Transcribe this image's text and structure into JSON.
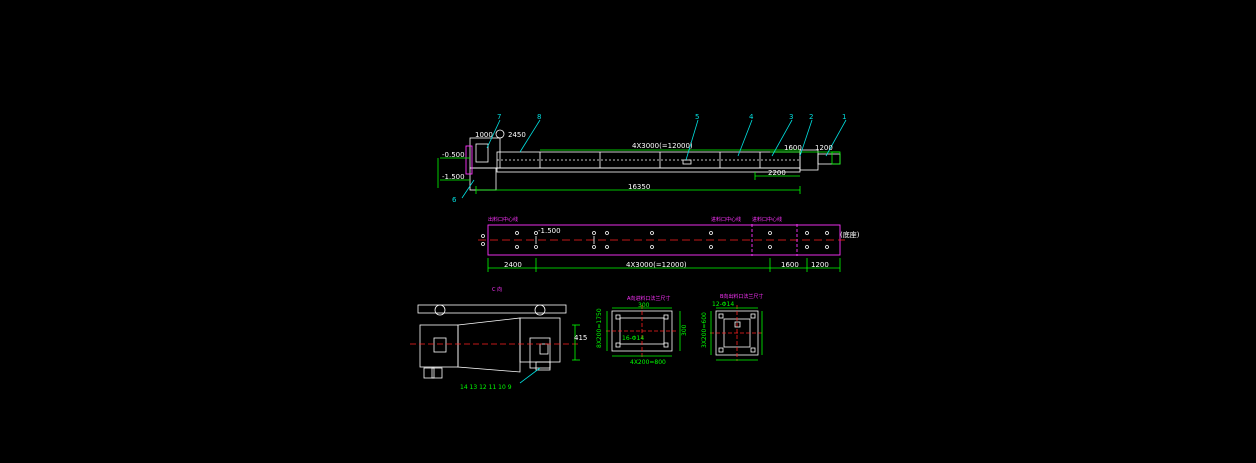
{
  "colors": {
    "background": "#000000",
    "outline": "#ffffff",
    "dimension": "#00ff00",
    "centerline": "#ff2020",
    "annotation": "#ff33ff",
    "leader": "#00e0e0"
  },
  "elevation_view": {
    "balloons": [
      "7",
      "8",
      "5",
      "4",
      "3",
      "2",
      "1"
    ],
    "dim_pitch": "4X3000(=12000)",
    "dim_1000": "1000",
    "dim_2450": "2450",
    "dim_1600": "1600",
    "dim_1200": "1200",
    "dim_2200": "2200",
    "dim_total": "16350",
    "level_top": "-0.500",
    "level_bottom": "-1.500",
    "base_balloon": "6"
  },
  "plan_view": {
    "label_outlet": "出料口中心线",
    "label_inlet_a": "进料口中心线",
    "label_inlet_b": "进料口中心线",
    "level_mid": "-1.500",
    "end_label": "(底座)",
    "dim_2400": "2400",
    "dim_pitch": "4X3000(=12000)",
    "dim_1600": "1600",
    "dim_1200": "1200"
  },
  "drive_view": {
    "title": "C 向",
    "part_numbers": "14 13 12 11 10 9",
    "dim_415": "415"
  },
  "section_a": {
    "title": "A向进料口法兰尺寸",
    "dim_top": "300",
    "dim_bottom": "4X200=800",
    "dim_left": "8X200=1750",
    "dim_right": "300",
    "hole_note": "16-Φ14"
  },
  "section_b": {
    "title": "B向出料口法兰尺寸",
    "dim_top": "12-Φ14",
    "dim_left": "3X200=600",
    "dim_bottom": "",
    "note": ""
  }
}
